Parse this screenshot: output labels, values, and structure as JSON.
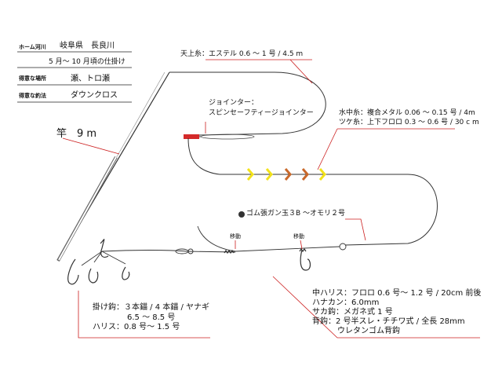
{
  "info_table": {
    "rows": [
      {
        "label": "ホーム河川",
        "value": "岐阜県　長良川"
      },
      {
        "label": "",
        "value": "5 月〜 10 月頃の仕掛け"
      },
      {
        "label": "得意な場所",
        "value": "瀬、トロ瀬"
      },
      {
        "label": "得意な釣法",
        "value": "ダウンクロス"
      }
    ]
  },
  "labels": {
    "rod": "竿　9 m",
    "tenjo_ito": "天上糸：エステル 0.6 〜 1 号 / 4.5 m",
    "jointer_1": "ジョインター：",
    "jointer_2": "スピンセーフティージョインター",
    "suichu_ito": "水中糸：複合メタル 0.06 〜 0.15 号 / 4m",
    "tsuke_ito": "ツケ糸：上下フロロ 0.3 〜 0.6 号 / 30 c m",
    "sinker": "ゴム張ガン玉３B 〜オモリ２号",
    "move_1": "移動",
    "move_2": "移動"
  },
  "hook_spec": {
    "lines": [
      "掛け鈎：３本錨 / 4 本錨 / ヤナギ",
      "6.5 〜 8.5 号",
      "ハリス：0.8 号〜 1.5 号"
    ]
  },
  "leader_spec": {
    "lines": [
      "中ハリス：フロロ 0.6 号〜 1.2 号 / 20cm 前後",
      "ハナカン：6.0mm",
      "サカ鈎：メガネ式 1 号",
      "背鈎：2 号半スレ・チチワ式 / 全長 28mm",
      "ウレタンゴム背鈎"
    ]
  },
  "colors": {
    "accent_red": "#cc1f1f",
    "marker_yellow": "#f2e21a",
    "marker_orange": "#c9682a",
    "float_red": "#d42a2a"
  }
}
